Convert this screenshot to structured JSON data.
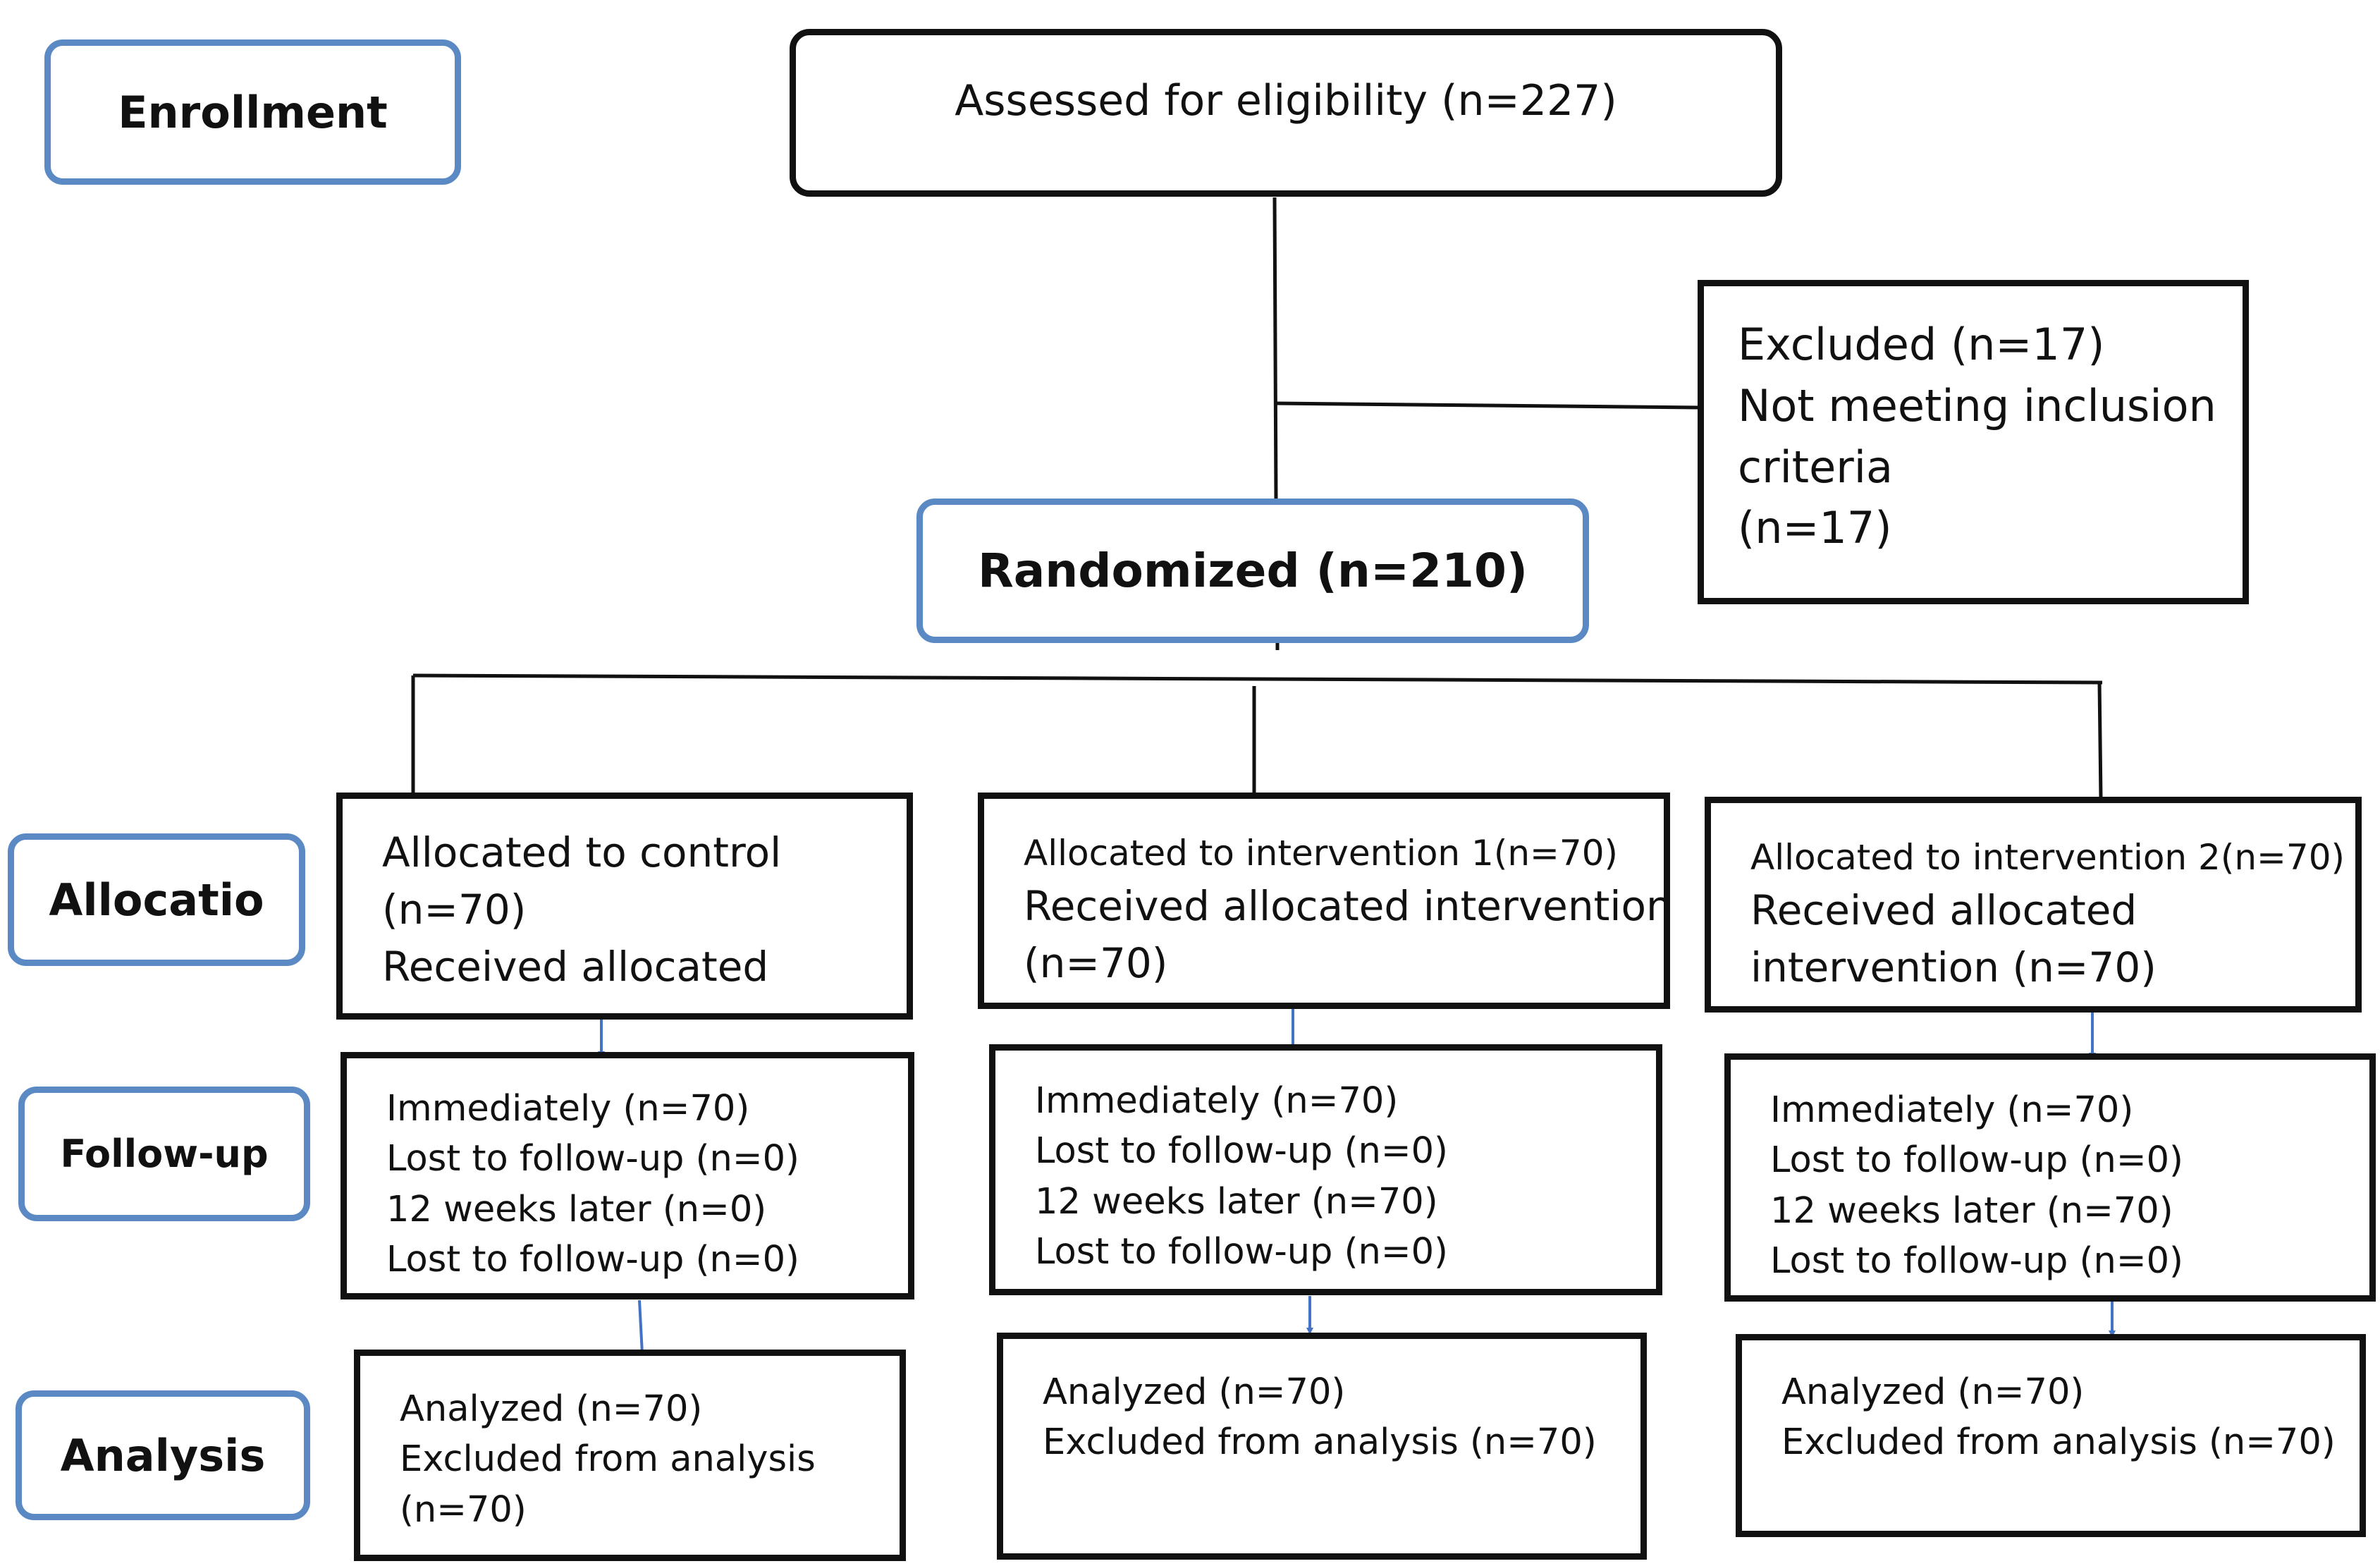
{
  "stages": {
    "enrollment": "Enrollment",
    "allocation": "Allocatio",
    "follow_up": "Follow-up",
    "analysis": "Analysis"
  },
  "enrollment": {
    "assessed": "Assessed for eligibility (n=227)",
    "excluded": [
      "Excluded (n=17)",
      "Not meeting inclusion",
      "criteria",
      "(n=17)"
    ],
    "randomized": "Randomized (n=210)"
  },
  "arms": [
    {
      "allocation": [
        "Allocated to control",
        "(n=70)",
        "Received allocated"
      ],
      "follow_up": [
        "Immediately (n=70)",
        "Lost to follow-up (n=0)",
        "12 weeks later (n=0)",
        "Lost to follow-up (n=0)"
      ],
      "analysis": [
        "Analyzed (n=70)",
        "Excluded from analysis",
        "(n=70)"
      ]
    },
    {
      "allocation": [
        "Allocated to intervention 1(n=70)",
        "Received allocated intervention",
        "(n=70)"
      ],
      "follow_up": [
        "Immediately (n=70)",
        "Lost to follow-up (n=0)",
        "12 weeks later (n=70)",
        "Lost to follow-up (n=0)"
      ],
      "analysis": [
        "Analyzed (n=70)",
        "Excluded from analysis (n=70)"
      ]
    },
    {
      "allocation": [
        "Allocated to intervention 2(n=70)",
        "Received allocated",
        "intervention (n=70)"
      ],
      "follow_up": [
        "Immediately (n=70)",
        "Lost to follow-up (n=0)",
        "12 weeks later (n=70)",
        "Lost to follow-up (n=0)"
      ],
      "analysis": [
        "Analyzed (n=70)",
        "Excluded from analysis (n=70)"
      ]
    }
  ],
  "colors": {
    "stage_border": "#5a89c4",
    "box_border": "#111111",
    "arrow": "#4472c4"
  }
}
